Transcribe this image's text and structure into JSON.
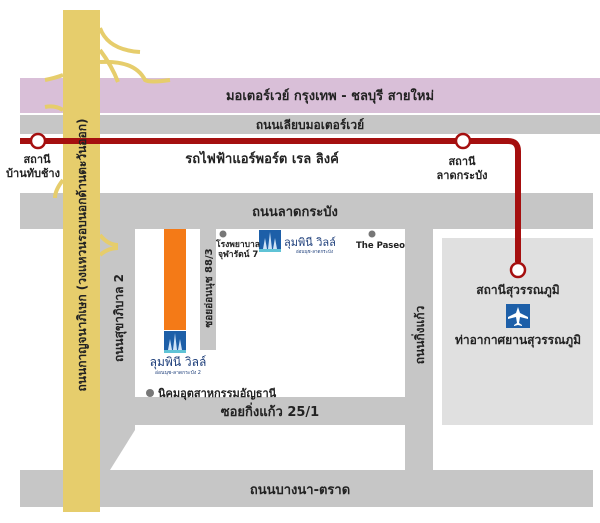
{
  "colors": {
    "motorway": "#d9bfd8",
    "road": "#c6c6c6",
    "ring_road": "#e6cd6c",
    "rail": "#a50f0f",
    "airport_area": "#e0e0e0",
    "project": "#f47a17",
    "airport_icon": "#1d5fa8"
  },
  "roads": {
    "motorway": "มอเตอร์เวย์ กรุงเทพ - ชลบุรี สายใหม่",
    "frontage": "ถนนเลียบมอเตอร์เวย์",
    "ring_road": "ถนนกาญจนาภิเษก (วงแหวนรอบนอกด้านตะวันออก)",
    "lat_krabang": "ถนนลาดกระบัง",
    "sukhaphiban2": "ถนนสุขาภิบาล 2",
    "soi_onnut": "ซอยอ่อนนุช 88/3",
    "king_kaeo": "ถนนกิ่งแก้ว",
    "soi_king_kaeo": "ซอยกิ่งแก้ว 25/1",
    "bangna_trat": "ถนนบางนา-ตราด"
  },
  "rail": {
    "name": "รถไฟฟ้าแอร์พอร์ต เรล ลิงค์",
    "stations": [
      {
        "line1": "สถานี",
        "line2": "บ้านทับช้าง"
      },
      {
        "line1": "สถานี",
        "line2": "ลาดกระบัง"
      },
      {
        "line1": "สถานีสุวรรณภูมิ"
      }
    ]
  },
  "airport": {
    "name": "ท่าอากาศยานสุวรรณภูมิ",
    "icon": "airplane-icon"
  },
  "landmarks": [
    {
      "line1": "โรงพยาบาล",
      "line2": "จุฬารัตน์ 7"
    },
    {
      "line1": "The Paseo"
    },
    {
      "line1": "นิคมอุตสาหกรรมอัญธานี"
    }
  ],
  "projects": [
    {
      "name": "ลุมพินี วิลล์",
      "sub": "อ่อนนุช-ลาดกระบัง"
    },
    {
      "name": "ลุมพินี วิลล์",
      "sub": "อ่อนนุช-ลาดกระบัง 2"
    }
  ]
}
